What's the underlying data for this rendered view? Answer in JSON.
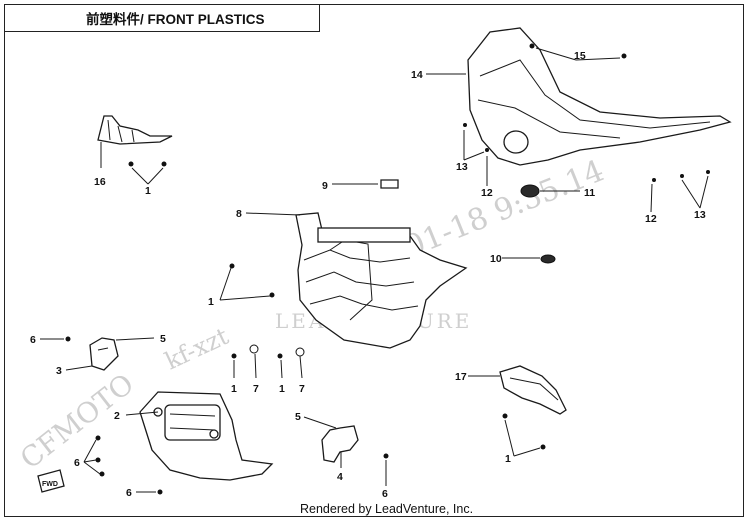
{
  "header": {
    "title": "前塑料件/ FRONT PLASTICS"
  },
  "footer": {
    "text": "Rendered by LeadVenture, Inc."
  },
  "watermarks": {
    "brand": "CFMOTO",
    "code": "kf-xzt",
    "date": "2022-01-18 9:35.14",
    "logo": "LEADVENTURE"
  },
  "callouts": [
    {
      "id": "c14",
      "label": "14"
    },
    {
      "id": "c15",
      "label": "15"
    },
    {
      "id": "c13a",
      "label": "13"
    },
    {
      "id": "c12a",
      "label": "12"
    },
    {
      "id": "c11",
      "label": "11"
    },
    {
      "id": "c12b",
      "label": "12"
    },
    {
      "id": "c13b",
      "label": "13"
    },
    {
      "id": "c16",
      "label": "16"
    },
    {
      "id": "c1a",
      "label": "1"
    },
    {
      "id": "c9",
      "label": "9"
    },
    {
      "id": "c8",
      "label": "8"
    },
    {
      "id": "c10",
      "label": "10"
    },
    {
      "id": "c1b",
      "label": "1"
    },
    {
      "id": "c6a",
      "label": "6"
    },
    {
      "id": "c5a",
      "label": "5"
    },
    {
      "id": "c3",
      "label": "3"
    },
    {
      "id": "c1c",
      "label": "1"
    },
    {
      "id": "c7a",
      "label": "7"
    },
    {
      "id": "c1d",
      "label": "1"
    },
    {
      "id": "c7b",
      "label": "7"
    },
    {
      "id": "c17",
      "label": "17"
    },
    {
      "id": "c2",
      "label": "2"
    },
    {
      "id": "c6b",
      "label": "6"
    },
    {
      "id": "c6c",
      "label": "6"
    },
    {
      "id": "c5b",
      "label": "5"
    },
    {
      "id": "c4",
      "label": "4"
    },
    {
      "id": "c6d",
      "label": "6"
    },
    {
      "id": "c1e",
      "label": "1"
    }
  ],
  "fwd_label": "FWD"
}
